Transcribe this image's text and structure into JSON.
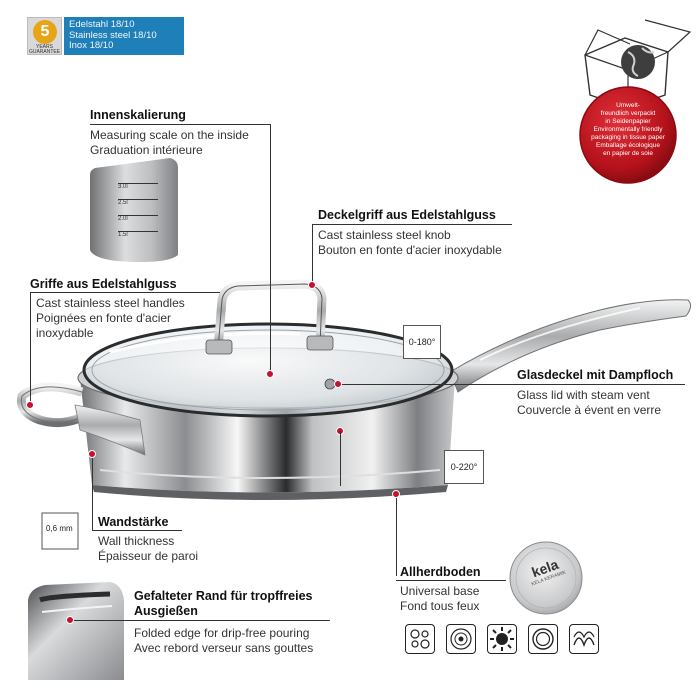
{
  "badge": {
    "guarantee_number": "5",
    "guarantee_line1": "YEARS",
    "guarantee_line2": "GUARANTEE",
    "material_de": "Edelstahl 18/10",
    "material_en": "Stainless steel 18/10",
    "material_fr": "Inox 18/10"
  },
  "eco": {
    "line1": "Umwelt-",
    "line2": "freundlich verpackt",
    "line3": "in Seidenpapier",
    "line4": "Environmentally friendly",
    "line5": "packaging in tissue paper",
    "line6": "Emballage écologique",
    "line7": "en papier de soie"
  },
  "features": {
    "scale": {
      "title": "Innenskalierung",
      "en": "Measuring scale on the inside",
      "fr": "Graduation intérieure"
    },
    "knob": {
      "title": "Deckelgriff aus Edelstahlguss",
      "en": "Cast stainless steel knob",
      "fr": "Bouton en fonte d'acier inoxydable"
    },
    "handles": {
      "title": "Griffe aus Edelstahlguss",
      "en": "Cast stainless steel handles",
      "fr1": "Poignées en fonte d'acier",
      "fr2": "inoxydable"
    },
    "lid": {
      "title": "Glasdeckel mit Dampfloch",
      "en": "Glass lid with steam vent",
      "fr": "Couvercle à évent en verre"
    },
    "wall": {
      "title": "Wandstärke",
      "en": "Wall thickness",
      "fr": "Épaisseur de paroi",
      "thickness": "0,6 mm"
    },
    "base": {
      "title": "Allherdboden",
      "en": "Universal base",
      "fr": "Fond tous feux"
    },
    "rim": {
      "title1": "Gefalteter Rand für tropffreies",
      "title2": "Ausgießen",
      "en": "Folded edge for drip-free pouring",
      "fr": "Avec rebord verseur sans gouttes"
    }
  },
  "temps": {
    "lid": "0-180°",
    "pan": "0-220°"
  },
  "scale_marks": [
    "3.0l",
    "2.5l",
    "2.0l",
    "1.5l"
  ],
  "brand": {
    "name": "kela",
    "sub": "KELA KERAMIK"
  },
  "hobs": [
    "electric-hob-icon",
    "ceramic-hob-icon",
    "gas-hob-icon",
    "halogen-hob-icon",
    "induction-hob-icon"
  ],
  "colors": {
    "accent_red": "#c8102e",
    "badge_blue": "#1f7fb8",
    "badge_gold": "#e7a417"
  }
}
